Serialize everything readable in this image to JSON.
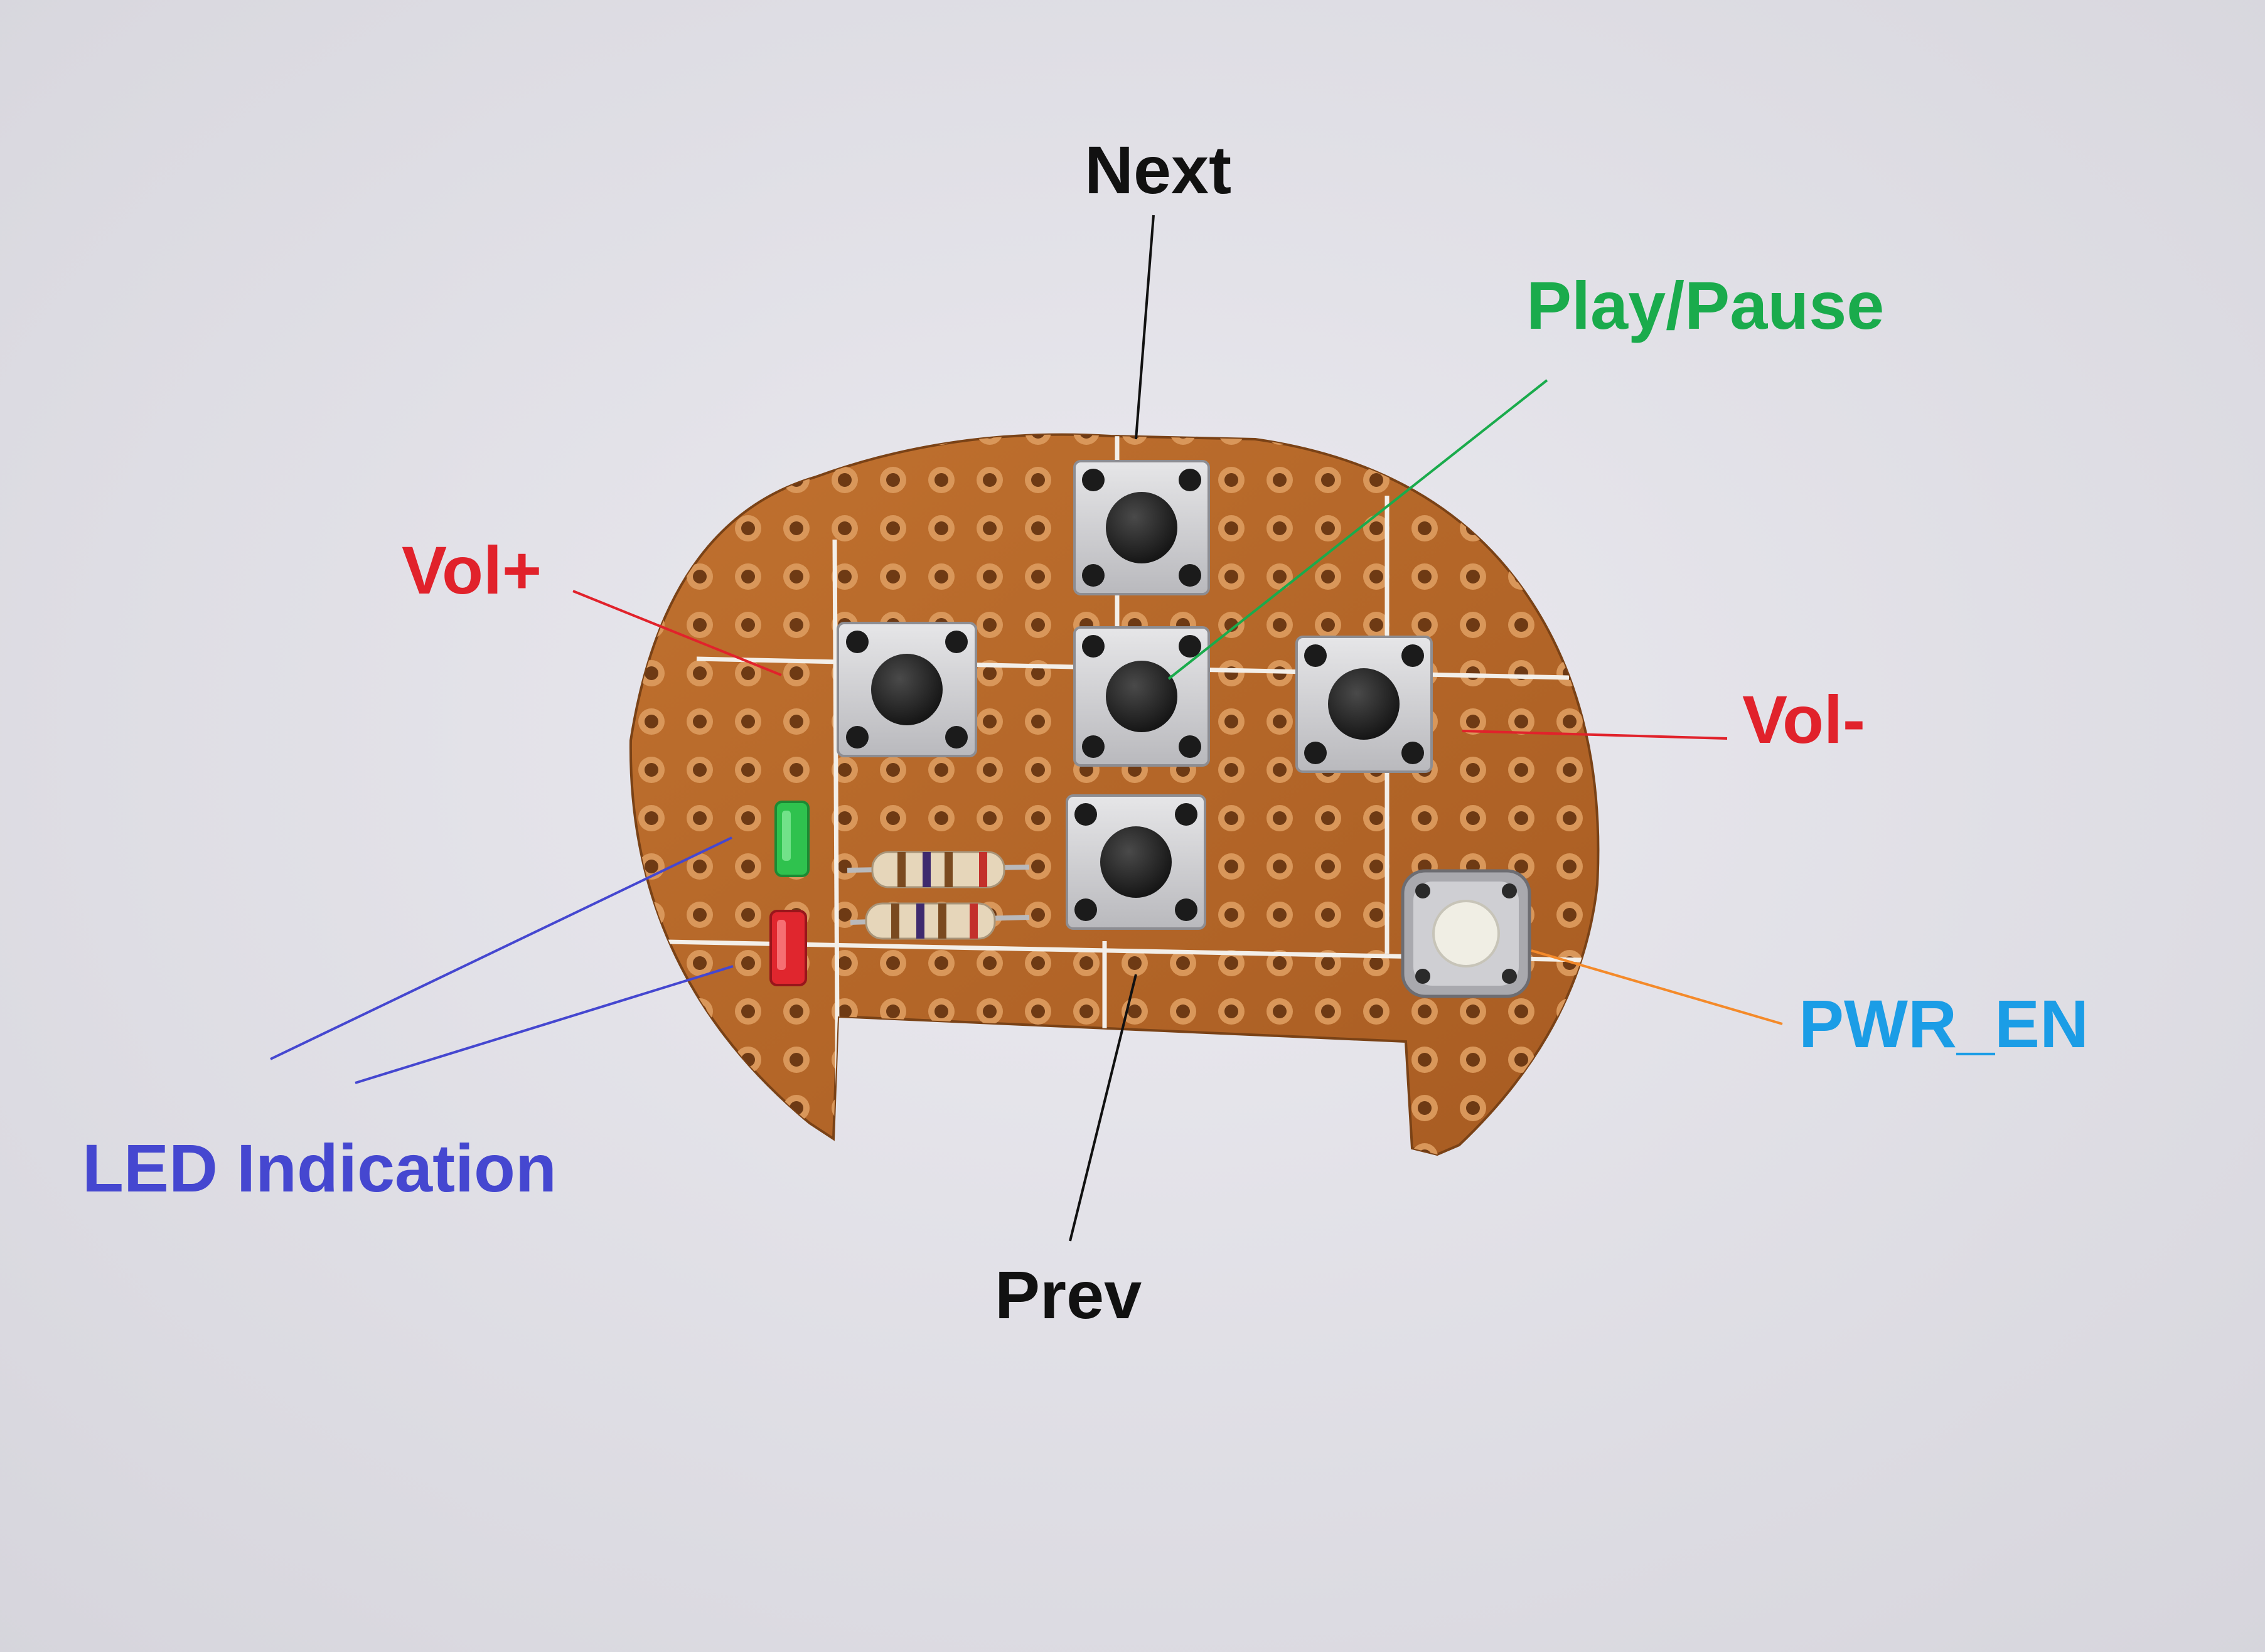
{
  "labels": {
    "next": "Next",
    "play_pause": "Play/Pause",
    "vol_up": "Vol+",
    "vol_down": "Vol-",
    "pwr_en": "PWR_EN",
    "led_indication": "LED Indication",
    "prev": "Prev"
  },
  "colors": {
    "background": "#e4e3e9",
    "board": "#b7672a",
    "next": "#111111",
    "prev": "#111111",
    "play_pause": "#1aab4c",
    "vol_up": "#e1222b",
    "vol_down": "#e1222b",
    "pwr_en": "#1b9de6",
    "led_indication": "#4547d0",
    "led_green": "#2fc24e",
    "led_red": "#e0262e"
  }
}
